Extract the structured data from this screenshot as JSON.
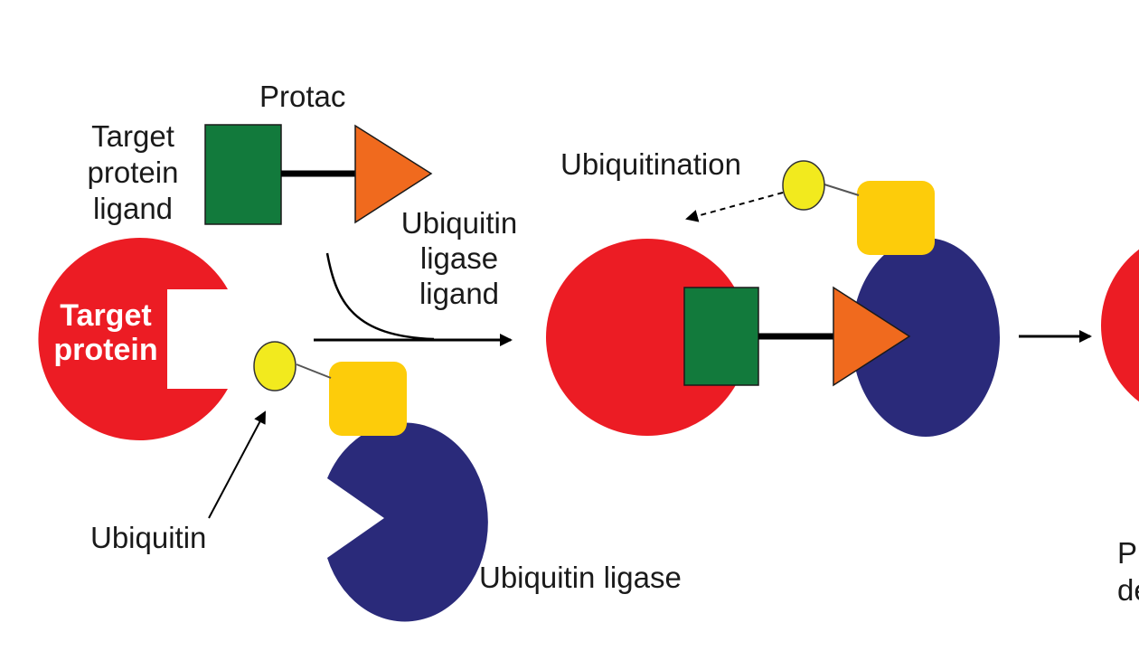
{
  "labels": {
    "protac": "Protac",
    "target_protein_ligand": [
      "Target",
      "protein",
      "ligand"
    ],
    "target_protein": [
      "Target",
      "protein"
    ],
    "ubiquitin_ligase_ligand": [
      "Ubiquitin",
      "ligase",
      "ligand"
    ],
    "ubiquitination": "Ubiquitination",
    "ubiquitin": "Ubiquitin",
    "ubiquitin_ligase": "Ubiquitin ligase",
    "cut_off_right": [
      "Pr",
      "de"
    ]
  },
  "colors": {
    "target_protein": "#ec1c24",
    "ubiquitin_ligase": "#2a2a7a",
    "target_ligand": "#127a3c",
    "ligase_ligand": "#f06a1e",
    "ubiquitin": "#f2ea1e",
    "ligase_adapter": "#fdcc0a",
    "linker": "#000000"
  }
}
